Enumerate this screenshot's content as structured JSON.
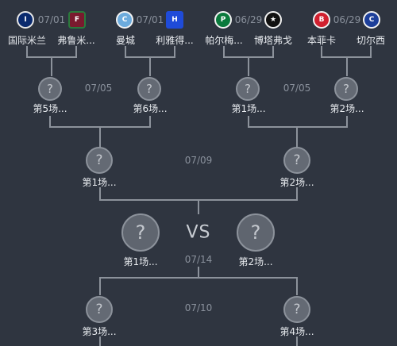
{
  "round_of_16": [
    {
      "date": "07/01",
      "home": {
        "name": "国际米兰",
        "logo": "inter-logo-icon",
        "color": "#1b3a8c"
      },
      "away": {
        "name": "弗鲁米...",
        "logo": "fluminense-logo-icon",
        "color": "#7a1a2e"
      }
    },
    {
      "date": "07/01",
      "home": {
        "name": "曼城",
        "logo": "man-city-logo-icon",
        "color": "#6cabdd"
      },
      "away": {
        "name": "利雅得...",
        "logo": "al-hilal-logo-icon",
        "color": "#1f4bd8"
      }
    },
    {
      "date": "06/29",
      "home": {
        "name": "帕尔梅...",
        "logo": "palmeiras-logo-icon",
        "color": "#0a7a3c"
      },
      "away": {
        "name": "博塔弗戈",
        "logo": "botafogo-logo-icon",
        "color": "#111111"
      }
    },
    {
      "date": "06/29",
      "home": {
        "name": "本菲卡",
        "logo": "benfica-logo-icon",
        "color": "#d1202f"
      },
      "away": {
        "name": "切尔西",
        "logo": "chelsea-logo-icon",
        "color": "#1d3f9a"
      }
    }
  ],
  "quarter_finals": {
    "left_date": "07/05",
    "right_date": "07/05",
    "slots": [
      "第5场...",
      "第6场...",
      "第1场...",
      "第2场..."
    ]
  },
  "semi_final_top": {
    "date": "07/09",
    "slots": [
      "第1场...",
      "第2场..."
    ]
  },
  "final": {
    "date": "07/14",
    "vs": "VS",
    "slots": [
      "第1场...",
      "第2场..."
    ]
  },
  "semi_final_bottom": {
    "date": "07/10",
    "slots": [
      "第3场...",
      "第4场..."
    ]
  },
  "placeholder_glyph": "?",
  "colors": {
    "background": "#2f3540",
    "line": "#8c929b",
    "placeholder": "#646a74"
  }
}
